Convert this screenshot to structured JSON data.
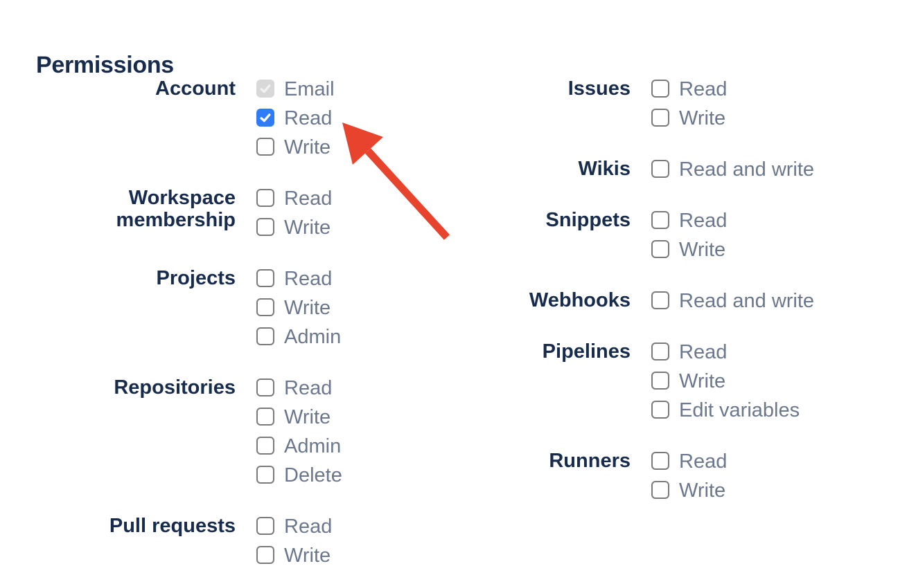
{
  "section": {
    "title": "Permissions"
  },
  "colors": {
    "heading_text": "#172B4D",
    "group_label_text": "#172B4D",
    "option_label_text": "#6B778C",
    "checkbox_border": "#7A7A7A",
    "checkbox_checked_bg": "#2E7CF6",
    "checkbox_checked_check": "#FFFFFF",
    "checkbox_disabled_bg": "#D8D8D8",
    "checkbox_disabled_check": "#F2F2F2",
    "arrow": "#E8432C"
  },
  "columns": [
    {
      "groups": [
        {
          "label": "Account",
          "options": [
            {
              "label": "Email",
              "state": "checked_disabled"
            },
            {
              "label": "Read",
              "state": "checked"
            },
            {
              "label": "Write",
              "state": "unchecked"
            }
          ]
        },
        {
          "label": "Workspace membership",
          "options": [
            {
              "label": "Read",
              "state": "unchecked"
            },
            {
              "label": "Write",
              "state": "unchecked"
            }
          ]
        },
        {
          "label": "Projects",
          "options": [
            {
              "label": "Read",
              "state": "unchecked"
            },
            {
              "label": "Write",
              "state": "unchecked"
            },
            {
              "label": "Admin",
              "state": "unchecked"
            }
          ]
        },
        {
          "label": "Repositories",
          "options": [
            {
              "label": "Read",
              "state": "unchecked"
            },
            {
              "label": "Write",
              "state": "unchecked"
            },
            {
              "label": "Admin",
              "state": "unchecked"
            },
            {
              "label": "Delete",
              "state": "unchecked"
            }
          ]
        },
        {
          "label": "Pull requests",
          "options": [
            {
              "label": "Read",
              "state": "unchecked"
            },
            {
              "label": "Write",
              "state": "unchecked"
            }
          ]
        }
      ]
    },
    {
      "groups": [
        {
          "label": "Issues",
          "options": [
            {
              "label": "Read",
              "state": "unchecked"
            },
            {
              "label": "Write",
              "state": "unchecked"
            }
          ]
        },
        {
          "label": "Wikis",
          "options": [
            {
              "label": "Read and write",
              "state": "unchecked"
            }
          ]
        },
        {
          "label": "Snippets",
          "options": [
            {
              "label": "Read",
              "state": "unchecked"
            },
            {
              "label": "Write",
              "state": "unchecked"
            }
          ]
        },
        {
          "label": "Webhooks",
          "options": [
            {
              "label": "Read and write",
              "state": "unchecked"
            }
          ]
        },
        {
          "label": "Pipelines",
          "options": [
            {
              "label": "Read",
              "state": "unchecked"
            },
            {
              "label": "Write",
              "state": "unchecked"
            },
            {
              "label": "Edit variables",
              "state": "unchecked"
            }
          ]
        },
        {
          "label": "Runners",
          "options": [
            {
              "label": "Read",
              "state": "unchecked"
            },
            {
              "label": "Write",
              "state": "unchecked"
            }
          ]
        }
      ]
    }
  ],
  "annotation": {
    "color": "#E8432C",
    "points_to": "account-read-checkbox"
  }
}
